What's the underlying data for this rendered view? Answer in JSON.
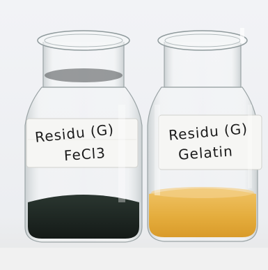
{
  "photo": {
    "vials": [
      {
        "label_line1": "Residu (G)",
        "label_line2": "FeCl3",
        "liquid_color": "#1f2a24"
      },
      {
        "label_line1": "Residu (G)",
        "label_line2": "Gelatin",
        "liquid_color": "#e6b24a"
      }
    ],
    "colors": {
      "background_cloth": "#eef0f4",
      "surface": "#f3f3f3",
      "glass_tint": "#cfd6d8"
    }
  }
}
